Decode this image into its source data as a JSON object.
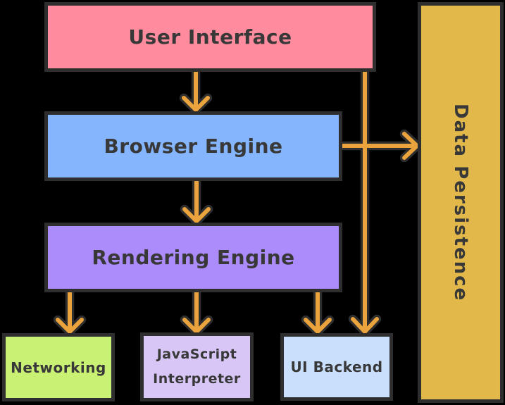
{
  "diagram": {
    "title": "Browser architecture flowchart",
    "background_color": "#000000",
    "outline_color": "#2e2e2e",
    "label_color": "#383838",
    "arrow_color": "#eba43d",
    "nodes": [
      {
        "id": "user-interface",
        "label": "User Interface",
        "fill": "#ff8c9e"
      },
      {
        "id": "browser-engine",
        "label": "Browser Engine",
        "fill": "#85b5fc"
      },
      {
        "id": "rendering-engine",
        "label": "Rendering Engine",
        "fill": "#ac8bfa"
      },
      {
        "id": "networking",
        "label": "Networking",
        "fill": "#c9f173"
      },
      {
        "id": "javascript-interpreter",
        "label": "JavaScript Interpreter",
        "fill": "#d8c7f6"
      },
      {
        "id": "ui-backend",
        "label": "UI Backend",
        "fill": "#c9dffb"
      },
      {
        "id": "data-persistence",
        "label": "Data Persistence",
        "fill": "#e2b84b"
      }
    ],
    "edges": [
      {
        "from": "user-interface",
        "to": "browser-engine"
      },
      {
        "from": "user-interface",
        "to": "ui-backend"
      },
      {
        "from": "browser-engine",
        "to": "rendering-engine"
      },
      {
        "from": "browser-engine",
        "to": "data-persistence"
      },
      {
        "from": "rendering-engine",
        "to": "networking"
      },
      {
        "from": "rendering-engine",
        "to": "javascript-interpreter"
      },
      {
        "from": "rendering-engine",
        "to": "ui-backend"
      }
    ]
  }
}
